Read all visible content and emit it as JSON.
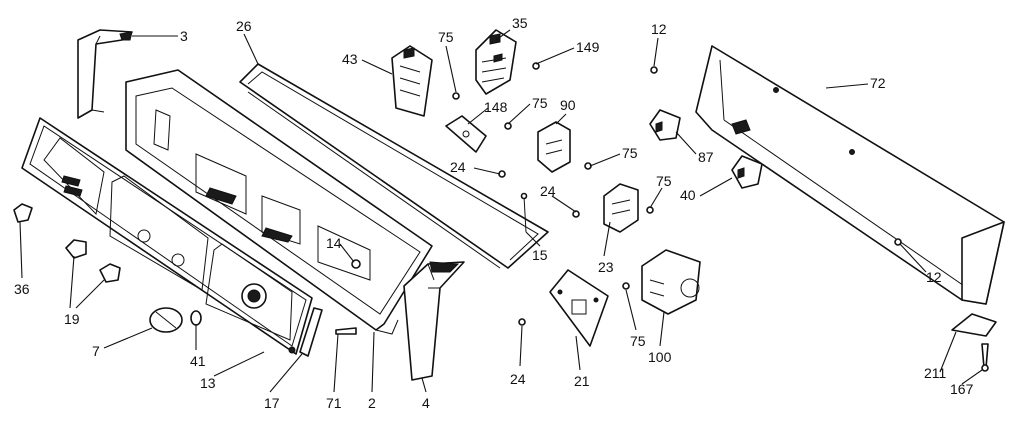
{
  "diagram": {
    "callouts": [
      {
        "id": "c3",
        "label": "3"
      },
      {
        "id": "c26",
        "label": "26"
      },
      {
        "id": "c43",
        "label": "43"
      },
      {
        "id": "c75a",
        "label": "75"
      },
      {
        "id": "c35",
        "label": "35"
      },
      {
        "id": "c149",
        "label": "149"
      },
      {
        "id": "c12a",
        "label": "12"
      },
      {
        "id": "c72",
        "label": "72"
      },
      {
        "id": "c148",
        "label": "148"
      },
      {
        "id": "c75b",
        "label": "75"
      },
      {
        "id": "c90",
        "label": "90"
      },
      {
        "id": "c24a",
        "label": "24"
      },
      {
        "id": "c75c",
        "label": "75"
      },
      {
        "id": "c87",
        "label": "87"
      },
      {
        "id": "c24b",
        "label": "24"
      },
      {
        "id": "c75d",
        "label": "75"
      },
      {
        "id": "c40",
        "label": "40"
      },
      {
        "id": "c14",
        "label": "14"
      },
      {
        "id": "c15",
        "label": "15"
      },
      {
        "id": "c23",
        "label": "23"
      },
      {
        "id": "c12b",
        "label": "12"
      },
      {
        "id": "c36",
        "label": "36"
      },
      {
        "id": "c19",
        "label": "19"
      },
      {
        "id": "c7",
        "label": "7"
      },
      {
        "id": "c41",
        "label": "41"
      },
      {
        "id": "c13",
        "label": "13"
      },
      {
        "id": "c17",
        "label": "17"
      },
      {
        "id": "c71",
        "label": "71"
      },
      {
        "id": "c2",
        "label": "2"
      },
      {
        "id": "c4",
        "label": "4"
      },
      {
        "id": "c24c",
        "label": "24"
      },
      {
        "id": "c21",
        "label": "21"
      },
      {
        "id": "c75e",
        "label": "75"
      },
      {
        "id": "c100",
        "label": "100"
      },
      {
        "id": "c211",
        "label": "211"
      },
      {
        "id": "c167",
        "label": "167"
      }
    ]
  }
}
